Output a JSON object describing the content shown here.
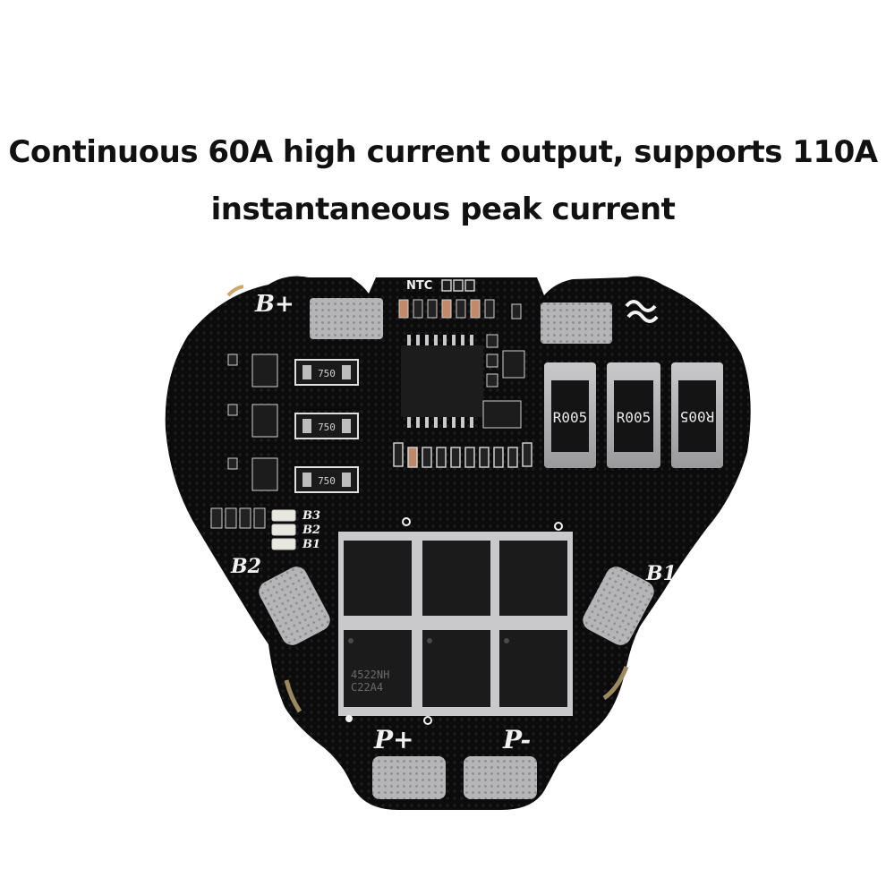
{
  "headline": {
    "line1": "Continuous 60A high current output, supports 110A",
    "line2": "instantaneous peak current"
  },
  "board": {
    "pad_labels": {
      "b_plus": "B+",
      "b2": "B2",
      "b1": "B1",
      "p_plus": "P+",
      "p_minus": "P-"
    },
    "ntc_label": "NTC",
    "led_labels": [
      "B3",
      "B2",
      "B1"
    ],
    "resistor_marks": [
      "750",
      "750",
      "750"
    ],
    "shunt_marks": [
      "R005",
      "R005",
      "R005"
    ],
    "mosfet_marks": [
      "4522NH",
      "C22A4"
    ],
    "colors": {
      "pcb": "#0b0b0c",
      "pad": "#b9b9bb",
      "chip": "#1a1a1b",
      "silkscreen": "#f2f2f2"
    }
  }
}
